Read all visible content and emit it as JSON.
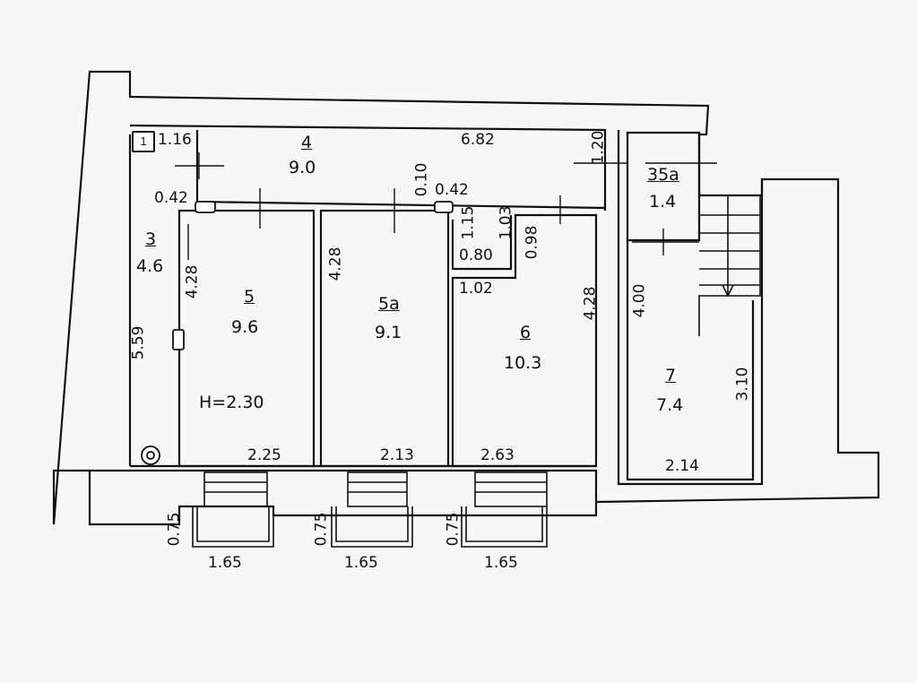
{
  "marker": "1",
  "rooms": [
    {
      "number": "3",
      "area": "4.6"
    },
    {
      "number": "4",
      "area": "9.0"
    },
    {
      "number": "5",
      "area": "9.6"
    },
    {
      "number": "5а",
      "area": "9.1"
    },
    {
      "number": "6",
      "area": "10.3"
    },
    {
      "number": "35а",
      "area": "1.4"
    },
    {
      "number": "7",
      "area": "7.4"
    }
  ],
  "height_label": "H=2.30",
  "dimensions": {
    "d116": "1.16",
    "d682": "6.82",
    "d120": "1.20",
    "d042a": "0.42",
    "d010": "0.10",
    "d042b": "0.42",
    "d115": "1.15",
    "d103": "1.03",
    "d098": "0.98",
    "d080": "0.80",
    "d102": "1.02",
    "d428a": "4.28",
    "d428b": "4.28",
    "d428c": "4.28",
    "d400": "4.00",
    "d559": "5.59",
    "d310": "3.10",
    "d225": "2.25",
    "d213": "2.13",
    "d263": "2.63",
    "d214": "2.14",
    "d075a": "0.75",
    "d075b": "0.75",
    "d075c": "0.75",
    "d165a": "1.65",
    "d165b": "1.65",
    "d165c": "1.65"
  }
}
